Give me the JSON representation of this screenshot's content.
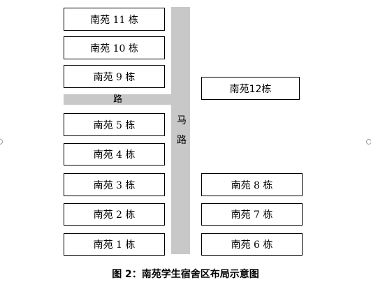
{
  "buildings_left": [
    {
      "id": "b11",
      "label": "南苑 11 栋"
    },
    {
      "id": "b10",
      "label": "南苑 10 栋"
    },
    {
      "id": "b9",
      "label": "南苑 9 栋"
    },
    {
      "id": "b5",
      "label": "南苑 5 栋"
    },
    {
      "id": "b4",
      "label": "南苑 4 栋"
    },
    {
      "id": "b3",
      "label": "南苑 3 栋"
    },
    {
      "id": "b2",
      "label": "南苑 2 栋"
    },
    {
      "id": "b1",
      "label": "南苑 1 栋"
    }
  ],
  "buildings_right": [
    {
      "id": "b12",
      "label": "南苑12栋"
    },
    {
      "id": "b8",
      "label": "南苑 8 栋"
    },
    {
      "id": "b7",
      "label": "南苑 7 栋"
    },
    {
      "id": "b6",
      "label": "南苑 6 栋"
    }
  ],
  "roads": {
    "horizontal_label": "路",
    "vertical_label_top": "马",
    "vertical_label_bottom": "路"
  },
  "caption": "图 2：南苑学生宿舍区布局示意图",
  "colors": {
    "road": "#c8c8c8",
    "border": "#000000"
  }
}
